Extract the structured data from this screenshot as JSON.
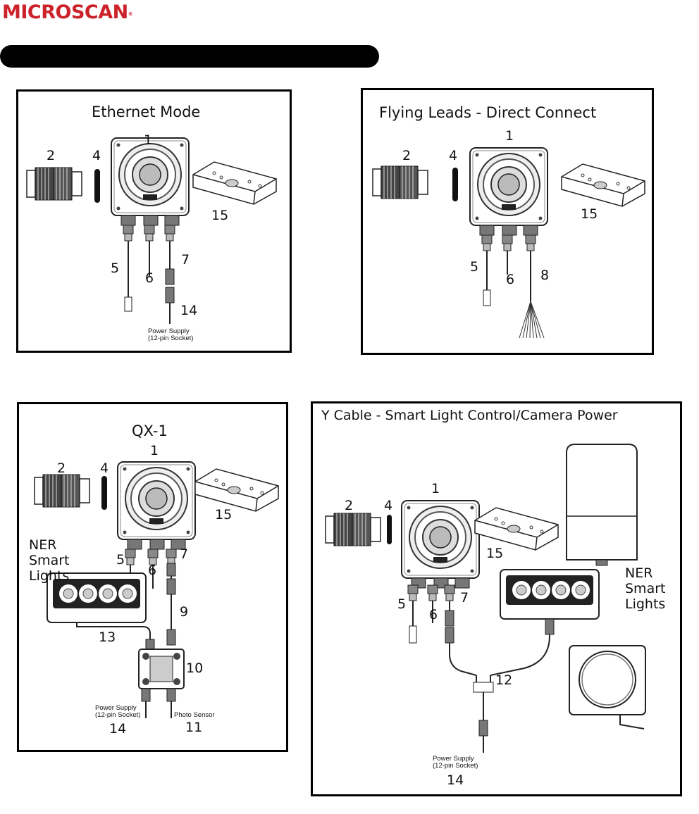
{
  "header": {
    "brand": "MICROSCAN",
    "reg": "®"
  },
  "panels": {
    "ethernet": {
      "title": "Ethernet Mode",
      "labels": {
        "n1": "1",
        "n2": "2",
        "n4": "4",
        "n5": "5",
        "n6": "6",
        "n7": "7",
        "n14": "14",
        "n15": "15"
      },
      "psu": [
        "Power Supply",
        "(12-pin Socket)"
      ]
    },
    "flying": {
      "title": "Flying Leads - Direct Connect",
      "labels": {
        "n1": "1",
        "n2": "2",
        "n4": "4",
        "n5": "5",
        "n6": "6",
        "n8": "8",
        "n15": "15"
      }
    },
    "qx1": {
      "title": "QX-1",
      "labels": {
        "n1": "1",
        "n2": "2",
        "n4": "4",
        "n5": "5",
        "n6": "6",
        "n7": "7",
        "n9": "9",
        "n10": "10",
        "n11": "11",
        "n13": "13",
        "n14": "14",
        "n15": "15"
      },
      "ner": [
        "NER",
        "Smart",
        "Lights"
      ],
      "psu": [
        "Power Supply",
        "(12-pin Socket)"
      ],
      "photo": "Photo Sensor"
    },
    "ycable": {
      "title": "Y Cable - Smart Light Control/Camera Power",
      "labels": {
        "n1": "1",
        "n2": "2",
        "n4": "4",
        "n5": "5",
        "n6": "6",
        "n7": "7",
        "n12": "12",
        "n14": "14",
        "n15": "15"
      },
      "ner": [
        "NER",
        "Smart",
        "Lights"
      ],
      "psu": [
        "Power Supply",
        "(12-pin Socket)"
      ]
    }
  }
}
